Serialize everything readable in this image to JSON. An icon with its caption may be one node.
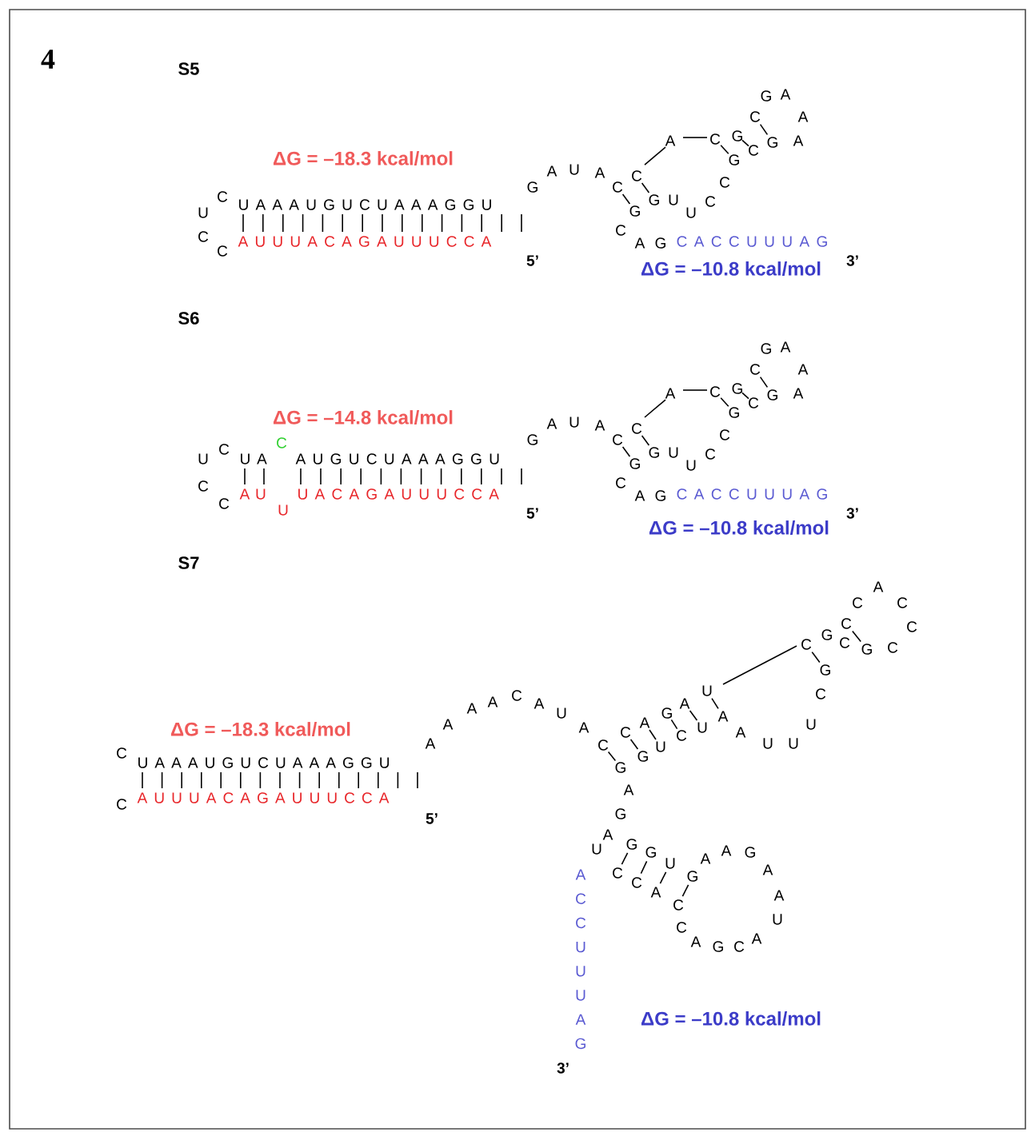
{
  "diagram": {
    "labels": [
      "4",
      "S5",
      "ΔG = –18.3 kcal/mol",
      "U",
      "C",
      "U A A A U G U C U A A A G G U",
      "G",
      "A",
      "U",
      "A",
      "C",
      "C",
      "A",
      "C",
      "G",
      "A",
      "C",
      "A",
      "G",
      "G",
      "A",
      "C",
      "G",
      "C",
      "G",
      "U",
      "C",
      "G",
      "U",
      "C",
      "A",
      "G",
      "C A C C U U U A G",
      "C",
      "C",
      "A U U U A C A G A U U U C C A",
      "5’",
      "3’",
      "ΔG = –10.8 kcal/mol",
      "S6",
      "ΔG = –14.8 kcal/mol",
      "U",
      "C",
      "U A",
      "C",
      "A U G U C U A A A G G U",
      "G",
      "A",
      "U",
      "A",
      "C",
      "C",
      "A",
      "C",
      "G",
      "A",
      "C",
      "A",
      "G",
      "G",
      "A",
      "C",
      "G",
      "C",
      "G",
      "U",
      "C",
      "G",
      "U",
      "C",
      "A",
      "G",
      "C A C C U U U A G",
      "C",
      "C",
      "A U",
      "U",
      "U A C A G A U U U C C A",
      "5’",
      "3’",
      "ΔG = –10.8 kcal/mol",
      "S7",
      "ΔG = –18.3 kcal/mol",
      "C",
      "U A A A U G U C U A A A G G U",
      "C",
      "A U U U A C A G A U U U C C A",
      "5’",
      "A",
      "A",
      "A",
      "A",
      "C",
      "A",
      "U",
      "A",
      "C",
      "G",
      "C",
      "G",
      "A",
      "U",
      "G",
      "C",
      "A",
      "U",
      "U",
      "A",
      "A",
      "U",
      "U",
      "U",
      "C",
      "G",
      "C",
      "G",
      "C",
      "C",
      "C",
      "A",
      "C",
      "C",
      "G",
      "C",
      "A",
      "G",
      "A",
      "U",
      "G",
      "C",
      "G",
      "C",
      "U",
      "A",
      "G",
      "C",
      "A",
      "A",
      "G",
      "A",
      "A",
      "U",
      "C",
      "A",
      "G",
      "C",
      "A",
      "A",
      "C",
      "C",
      "U",
      "U",
      "U",
      "A",
      "G",
      "3’",
      "ΔG = –10.8 kcal/mol"
    ]
  }
}
